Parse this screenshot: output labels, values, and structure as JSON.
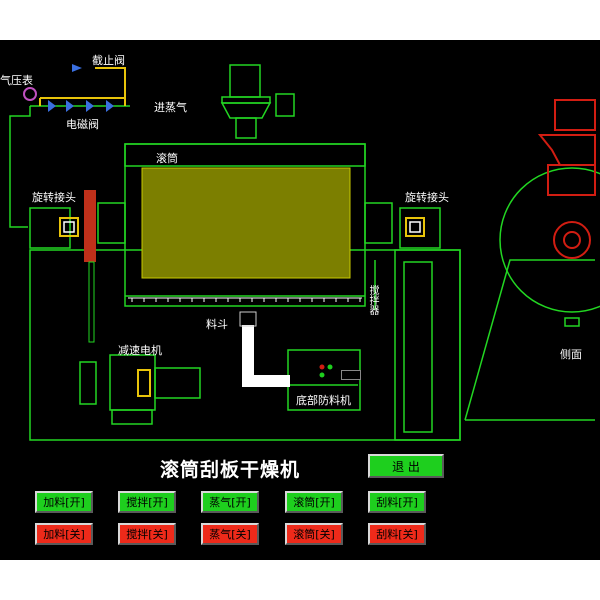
{
  "app": {
    "title": "滚筒刮板干燥机"
  },
  "labels": {
    "pressure_gauge": "气压表",
    "stop_valve": "截止阀",
    "solenoid_valve": "电磁阀",
    "steam_inlet": "进蒸气",
    "drum": "滚筒",
    "rotary_joint_left": "旋转接头",
    "rotary_joint_right": "旋转接头",
    "agitator": "搅拌器",
    "hopper": "料斗",
    "gear_motor": "减速电机",
    "bottom_feeder": "底部防料机",
    "side_view": "侧面"
  },
  "buttons": {
    "exit": "退 出",
    "on_row": [
      {
        "id": "feed-on",
        "label": "加料[开]"
      },
      {
        "id": "stir-on",
        "label": "搅拌[开]"
      },
      {
        "id": "steam-on",
        "label": "蒸气[开]"
      },
      {
        "id": "drum-on",
        "label": "滚筒[开]"
      },
      {
        "id": "scraper-on",
        "label": "刮料[开]"
      }
    ],
    "off_row": [
      {
        "id": "feed-off",
        "label": "加料[关]"
      },
      {
        "id": "stir-off",
        "label": "搅拌[关]"
      },
      {
        "id": "steam-off",
        "label": "蒸气[关]"
      },
      {
        "id": "drum-off",
        "label": "滚筒[关]"
      },
      {
        "id": "scraper-off",
        "label": "刮料[关]"
      }
    ]
  },
  "colors": {
    "outline": "#22d622",
    "drum_fill": "#7c7f00",
    "on": "#1ecf1e",
    "off": "#ee2a1a",
    "side_red": "#d21d12",
    "pipe_yellow": "#e8c40a"
  }
}
